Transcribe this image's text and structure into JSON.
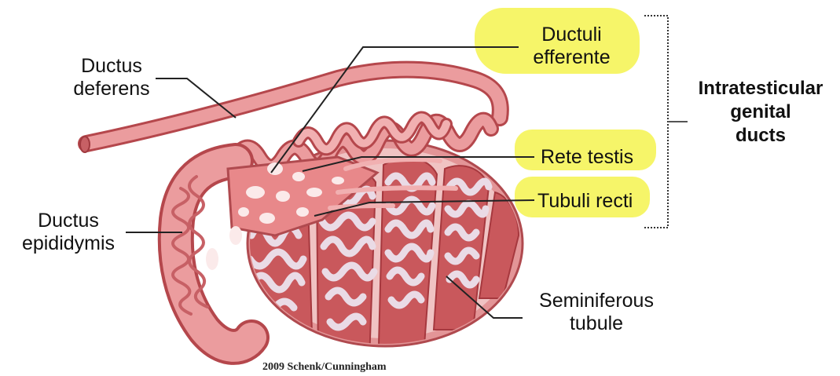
{
  "labels": {
    "ductus_deferens": [
      "Ductus",
      "deferens"
    ],
    "ductuli_efferente": [
      "Ductuli",
      "efferente"
    ],
    "intratesticular": [
      "Intratesticular",
      "genital",
      "ducts"
    ],
    "rete_testis": "Rete testis",
    "tubuli_recti": "Tubuli recti",
    "ductus_epididymis": [
      "Ductus",
      "epididymis"
    ],
    "seminiferous_tubule": [
      "Seminiferous",
      "tubule"
    ]
  },
  "credit": "2009 Schenk/Cunningham",
  "colors": {
    "highlight": "#f6f461",
    "tissue": "#e8888a",
    "tissue_dark": "#b84a4e",
    "lobule": "#c9585c",
    "tubule_light": "#e9dbe6",
    "leader_line": "#222222"
  }
}
